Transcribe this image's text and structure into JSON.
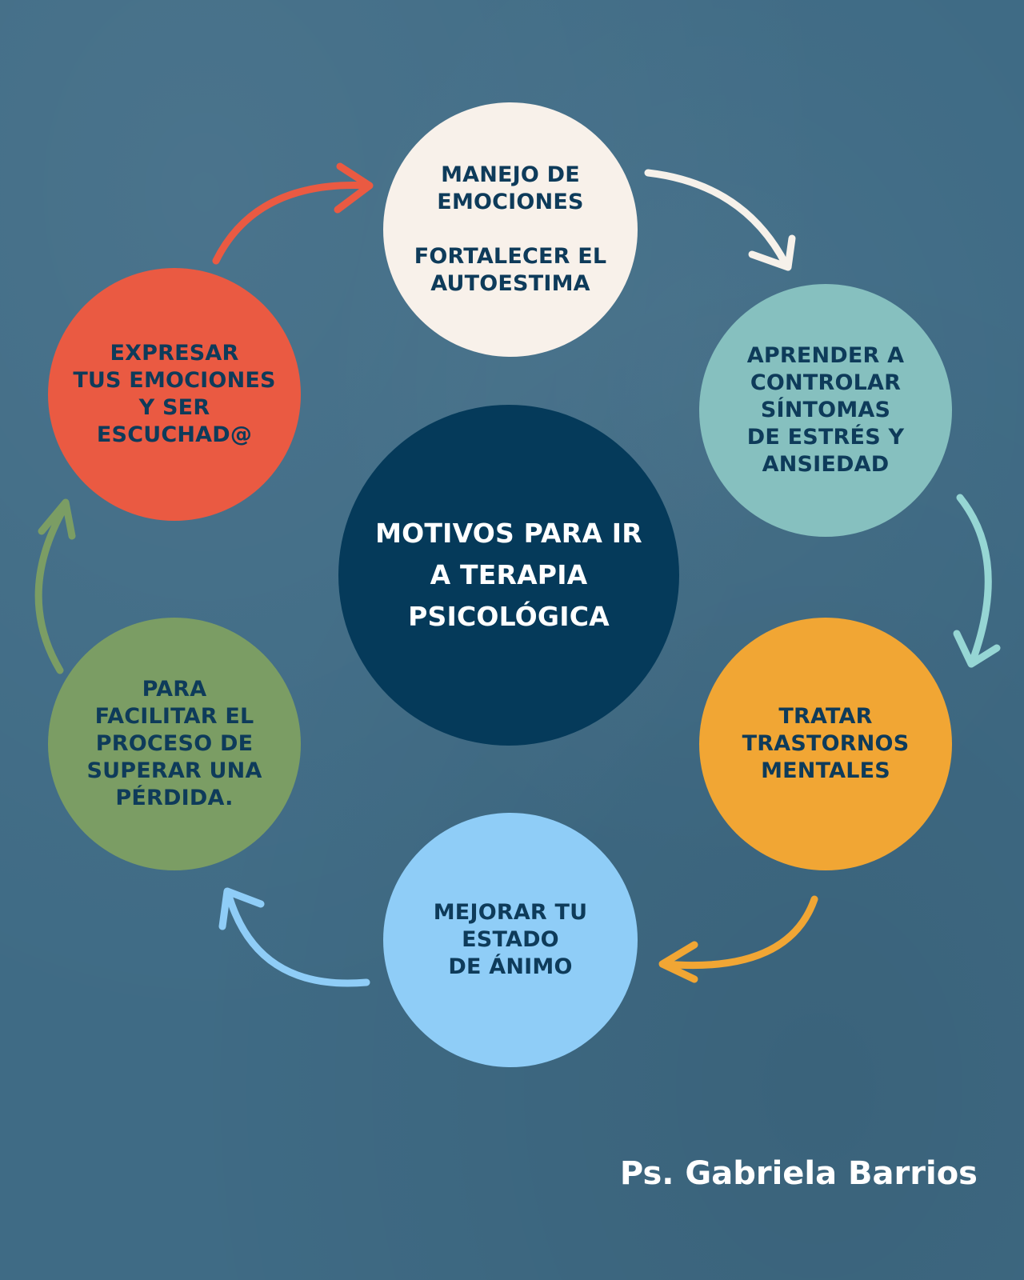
{
  "center": {
    "text": "MOTIVOS PARA IR\nA TERAPIA\nPSICOLÓGICA",
    "color": "#053a5a"
  },
  "nodes": [
    {
      "id": "top",
      "text": "MANEJO DE\nEMOCIONES\n\nFORTALECER EL\nAUTOESTIMA",
      "color": "#f8f1ea"
    },
    {
      "id": "right1",
      "text": "APRENDER A\nCONTROLAR\nSÍNTOMAS\nDE ESTRÉS Y\nANSIEDAD",
      "color": "#86c0bf"
    },
    {
      "id": "right2",
      "text": "TRATAR\nTRASTORNOS\nMENTALES",
      "color": "#f1a634"
    },
    {
      "id": "bottom",
      "text": "MEJORAR TU\nESTADO\nDE ÁNIMO",
      "color": "#8fcdf7"
    },
    {
      "id": "left2",
      "text": "PARA\nFACILITAR EL\nPROCESO DE\nSUPERAR UNA\nPÉRDIDA.",
      "color": "#7b9d64"
    },
    {
      "id": "left1",
      "text": "EXPRESAR\nTUS EMOCIONES\nY SER\nESCUCHAD@",
      "color": "#ea5a42"
    }
  ],
  "arrow_colors": {
    "top_to_right1": "#f6f1ea",
    "right1_to_right2": "#96d6d4",
    "right2_to_bottom": "#f1a634",
    "bottom_to_left2": "#8fcdf7",
    "left2_to_left1": "#7b9d64",
    "left1_to_top": "#ea5a42"
  },
  "author": "Ps. Gabriela Barrios"
}
